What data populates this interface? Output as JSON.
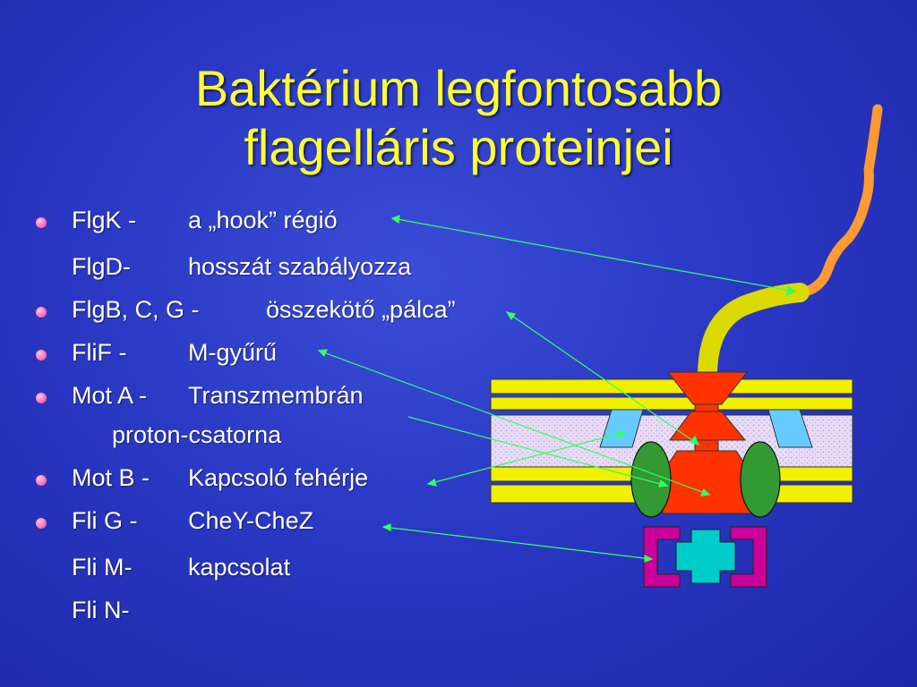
{
  "slide": {
    "title_lines": [
      "Baktérium legfontosabb",
      "flagelláris proteinjei"
    ]
  },
  "items": [
    {
      "protein": "FlgK -",
      "description": "a „hook” régió",
      "bullet": true
    },
    {
      "protein": "FlgD-",
      "description": "hosszát szabályozza",
      "bullet": false
    },
    {
      "protein": "FlgB, C, G -",
      "description": "összekötő „pálca”",
      "bullet": true
    },
    {
      "protein": "FliF -",
      "description": "M-gyűrű",
      "bullet": true
    },
    {
      "protein": "Mot A -",
      "description": "Transzmembrán",
      "bullet": true
    },
    {
      "protein": "",
      "description": "proton-csatorna",
      "bullet": false
    },
    {
      "protein": "Mot B -",
      "description": "Kapcsoló fehérje",
      "bullet": true
    },
    {
      "protein": "Fli G -",
      "description": "CheY-CheZ",
      "bullet": true
    },
    {
      "protein": "Fli M-",
      "description": "kapcsolat",
      "bullet": false
    },
    {
      "protein": "Fli N-",
      "description": "",
      "bullet": false
    }
  ],
  "colors": {
    "background": "#2a38c4",
    "title": "#ffff33",
    "text": "#ffffff",
    "bullet": "#ff6fb5",
    "arrow": "#33ff66",
    "membrane_yellow": "#e6e600",
    "flagellum_orange": "#ff9933",
    "motor_red": "#ff3300",
    "mot_green": "#339933",
    "channel_blue": "#66ccff",
    "switch_magenta": "#cc0099",
    "switch_cyan": "#00cccc"
  }
}
